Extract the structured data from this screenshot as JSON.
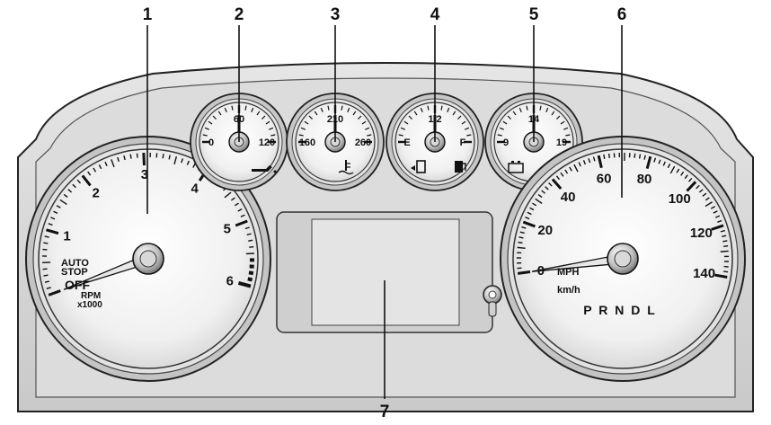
{
  "callouts": [
    {
      "id": "1"
    },
    {
      "id": "2"
    },
    {
      "id": "3"
    },
    {
      "id": "4"
    },
    {
      "id": "5"
    },
    {
      "id": "6"
    },
    {
      "id": "7"
    }
  ],
  "tachometer": {
    "labels": [
      "1",
      "2",
      "3",
      "4",
      "5",
      "6"
    ],
    "off_label": "OFF",
    "auto_stop_line1": "AUTO",
    "auto_stop_line2": "STOP",
    "rpm_line1": "RPM",
    "rpm_line2": "x1000",
    "needle_value": 0
  },
  "oil_pressure": {
    "labels": [
      "0",
      "60",
      "120"
    ],
    "icon": "oil-can-icon",
    "needle_value": 60
  },
  "coolant_temp": {
    "labels": [
      "160",
      "210",
      "260"
    ],
    "icon": "coolant-thermometer-icon",
    "needle_value": 210
  },
  "fuel": {
    "labels": [
      "E",
      "1/2",
      "F"
    ],
    "icon": "fuel-pump-icon",
    "needle_value": 0.5
  },
  "voltmeter": {
    "labels": [
      "9",
      "14",
      "19"
    ],
    "icon": "battery-icon",
    "needle_value": 14
  },
  "speedometer": {
    "labels": [
      "0",
      "20",
      "40",
      "60",
      "80",
      "100",
      "120",
      "140"
    ],
    "unit_primary": "MPH",
    "unit_secondary": "km/h",
    "gear_indicator": "P R N D L",
    "needle_value": 0
  },
  "colors": {
    "housing": "#d8d8d8",
    "bezel": "#bdbdbd",
    "face": "#f4f4f4",
    "ink": "#111111"
  }
}
